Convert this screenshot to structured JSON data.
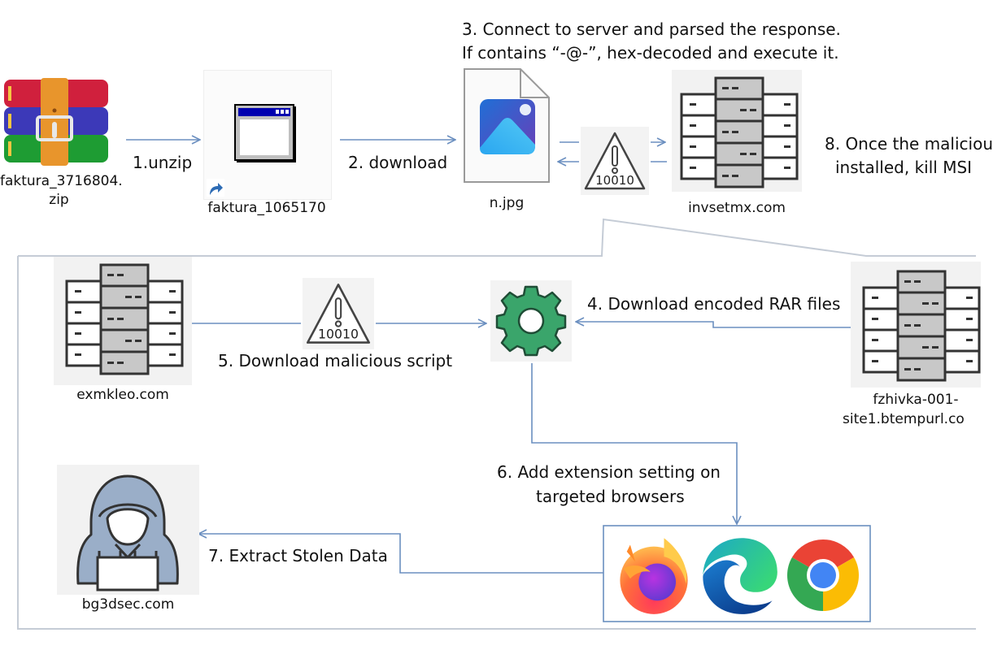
{
  "colors": {
    "arrow": "#6b8fc0",
    "frame": "#c5ccd6",
    "gear": "#3aa56b",
    "server_core": "#c8c8c8",
    "hood": "#9aaec8"
  },
  "nodes": {
    "zip": {
      "label_line1": "faktura_3716804.",
      "label_line2": "zip",
      "icon": "winrar-archive-icon"
    },
    "shortcut": {
      "label": "faktura_1065170",
      "icon": "application-window-shortcut-icon"
    },
    "image": {
      "label": "n.jpg",
      "icon": "image-file-icon"
    },
    "server_top": {
      "label": "invsetmx.com",
      "icon": "server-rack-icon"
    },
    "server_left": {
      "label": "exmkleo.com",
      "icon": "server-rack-icon"
    },
    "server_right": {
      "label_line1": "fzhivka-001-",
      "label_line2": "site1.btempurl.co",
      "icon": "server-rack-icon"
    },
    "gear": {
      "icon": "gear-icon"
    },
    "hacker": {
      "label": "bg3dsec.com",
      "icon": "hacker-icon"
    },
    "payload_top": {
      "text": "10010",
      "icon": "warning-binary-icon"
    },
    "payload_mid": {
      "text": "10010",
      "icon": "warning-binary-icon"
    },
    "browsers": [
      {
        "name": "Firefox",
        "icon": "firefox-icon"
      },
      {
        "name": "Edge",
        "icon": "edge-icon"
      },
      {
        "name": "Chrome",
        "icon": "chrome-icon"
      }
    ]
  },
  "steps": {
    "s1": "1.unzip",
    "s2": "2. download",
    "s3_line1": "3. Connect to server and parsed the response.",
    "s3_line2": "If contains “-@-”, hex-decoded and execute it.",
    "s4": "4. Download encoded RAR files",
    "s5": "5. Download malicious script",
    "s6_line1": "6. Add extension setting on",
    "s6_line2": "targeted browsers",
    "s7": "7. Extract Stolen Data",
    "s8_line1": "8. Once the maliciou",
    "s8_line2": "installed, kill MSI"
  }
}
